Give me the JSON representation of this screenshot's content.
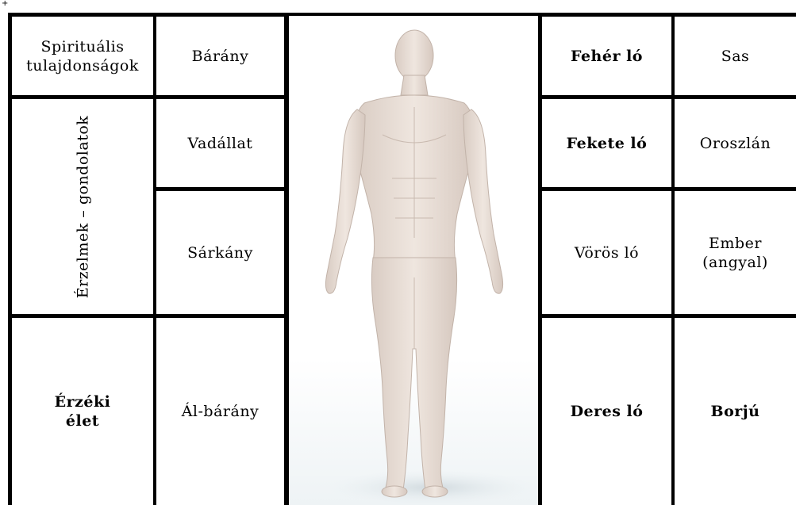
{
  "corner_mark": "+",
  "table": {
    "left": {
      "r1c1": [
        "Spirituális",
        "tulajdonságok"
      ],
      "r1c2": "Bárány",
      "r23c1": "Érzelmek – gondolatok",
      "r2c2": "Vadállat",
      "r3c2": "Sárkány",
      "r4c1": [
        "Érzéki",
        "élet"
      ],
      "r4c2": "Ál-bárány"
    },
    "right": {
      "r1c1": "Fehér ló",
      "r1c2": "Sas",
      "r2c1": "Fekete ló",
      "r2c2": "Oroszlán",
      "r3c1": "Vörös ló",
      "r3c2": [
        "Ember",
        "(angyal)"
      ],
      "r4c1": "Deres ló",
      "r4c2": "Borjú"
    }
  },
  "figure": {
    "icon": "human-body-figure",
    "skin_color": "#e6d9d0",
    "shadow_color": "#cfc3bb"
  }
}
